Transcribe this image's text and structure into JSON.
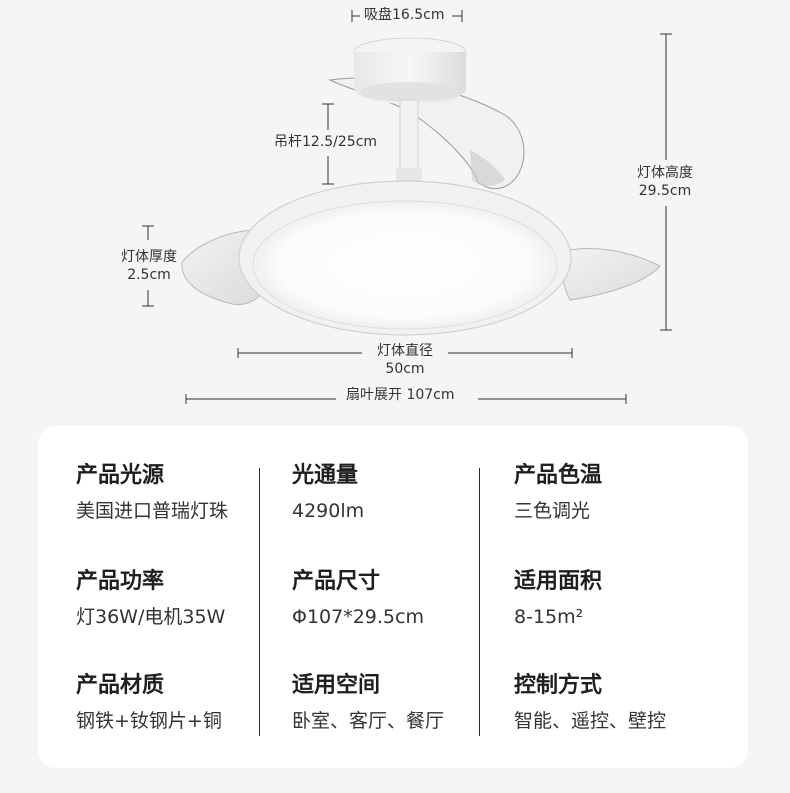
{
  "diagram": {
    "dimensions": {
      "canopy": "吸盘16.5cm",
      "rod": "吊杆12.5/25cm",
      "height_label": "灯体高度",
      "height_value": "29.5cm",
      "thickness_label": "灯体厚度",
      "thickness_value": "2.5cm",
      "diameter_label": "灯体直径",
      "diameter_value": "50cm",
      "span": "扇叶展开 107cm"
    }
  },
  "specs": [
    {
      "title": "产品光源",
      "value": "美国进口普瑞灯珠"
    },
    {
      "title": "光通量",
      "value": "4290lm"
    },
    {
      "title": "产品色温",
      "value": "三色调光"
    },
    {
      "title": "产品功率",
      "value": "灯36W/电机35W"
    },
    {
      "title": "产品尺寸",
      "value": "Φ107*29.5cm"
    },
    {
      "title": "适用面积",
      "value": "8-15m²"
    },
    {
      "title": "产品材质",
      "value": "钢铁+钕钢片+铜"
    },
    {
      "title": "适用空间",
      "value": "卧室、客厅、餐厅"
    },
    {
      "title": "控制方式",
      "value": "智能、遥控、壁控"
    }
  ]
}
